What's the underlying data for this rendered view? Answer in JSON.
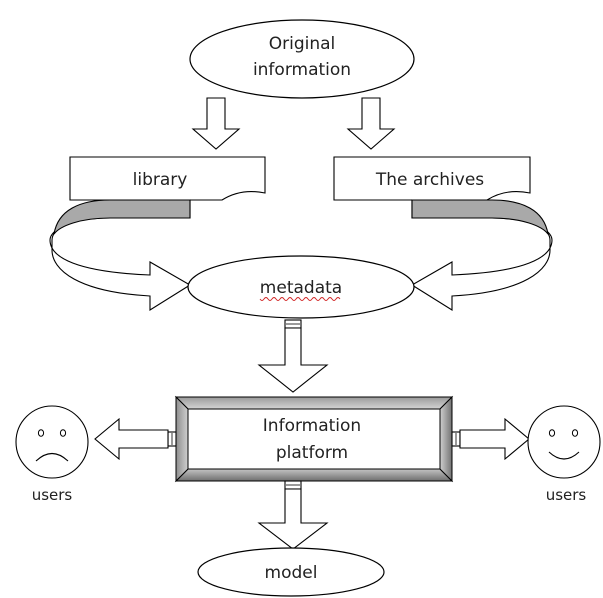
{
  "nodes": {
    "original_line1": "Original",
    "original_line2": "information",
    "library": "library",
    "archives": "The archives",
    "metadata": "metadata",
    "platform_line1": "Information",
    "platform_line2": "platform",
    "model": "model"
  },
  "users": {
    "left_label": "users",
    "right_label": "users",
    "left_face": "sad-face",
    "right_face": "happy-face"
  }
}
